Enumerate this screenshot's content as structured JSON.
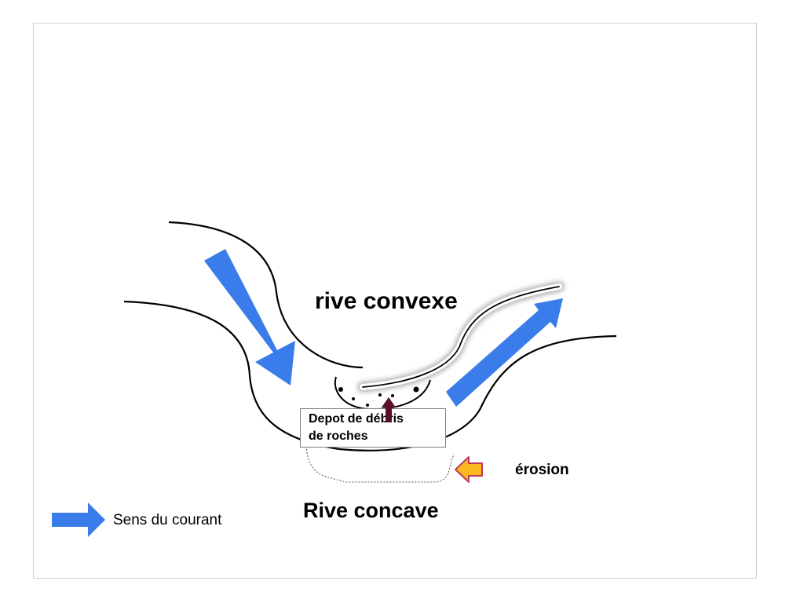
{
  "labels": {
    "convex_bank": "rive convexe",
    "concave_bank": "Rive concave",
    "erosion": "érosion",
    "deposit_line1": "Depot de débris",
    "deposit_line2": "de roches",
    "legend": "Sens du courant"
  },
  "icons": {
    "flow": "blue-flow-arrow",
    "erosion": "orange-arrow",
    "deposit": "dark-red-up-arrow"
  },
  "colors": {
    "flow_arrow": "#3a7dea",
    "erosion_arrow_fill": "#fbb820",
    "erosion_arrow_stroke": "#c0395a",
    "deposit_arrow": "#5a1028",
    "river_bank": "#000000"
  }
}
